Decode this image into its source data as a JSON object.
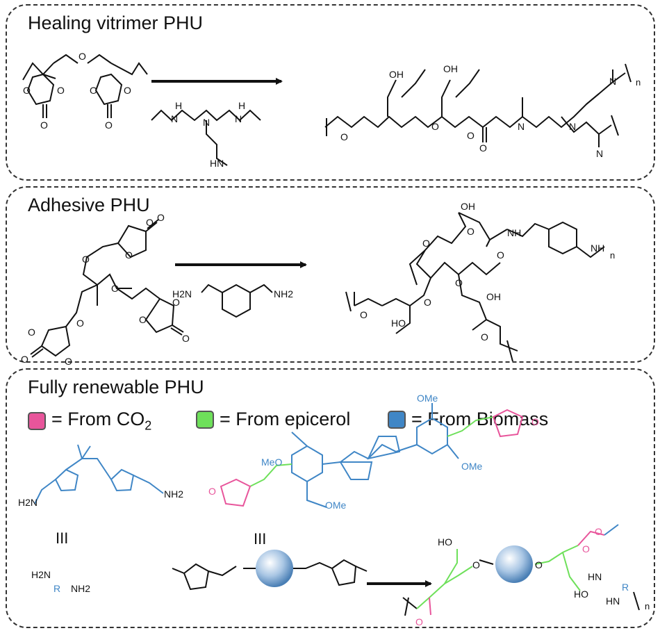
{
  "panels": [
    {
      "title": "Healing vitrimer PHU"
    },
    {
      "title": "Adhesive PHU"
    },
    {
      "title": "Fully renewable PHU",
      "legend": [
        {
          "label_prefix": "= From CO",
          "label_sub": "2",
          "color": "#e8559b"
        },
        {
          "label_prefix": "= From epicerol",
          "label_sub": "",
          "color": "#6ee05a"
        },
        {
          "label_prefix": "= From Biomass",
          "label_sub": "",
          "color": "#3f86c6"
        }
      ]
    }
  ],
  "atoms": {
    "o": "O",
    "oh": "OH",
    "ho": "HO",
    "n": "N",
    "h": "H",
    "hn": "HN",
    "nh": "NH",
    "h2n": "H2N",
    "nh2": "NH2",
    "n_index": "n",
    "r": "R",
    "meo": "MeO",
    "ome": "OMe",
    "equivalent": "III"
  },
  "colors": {
    "bond": "#111111",
    "biomass": "#3f86c6",
    "epicerol": "#6ee05a",
    "co2": "#e8559b"
  }
}
